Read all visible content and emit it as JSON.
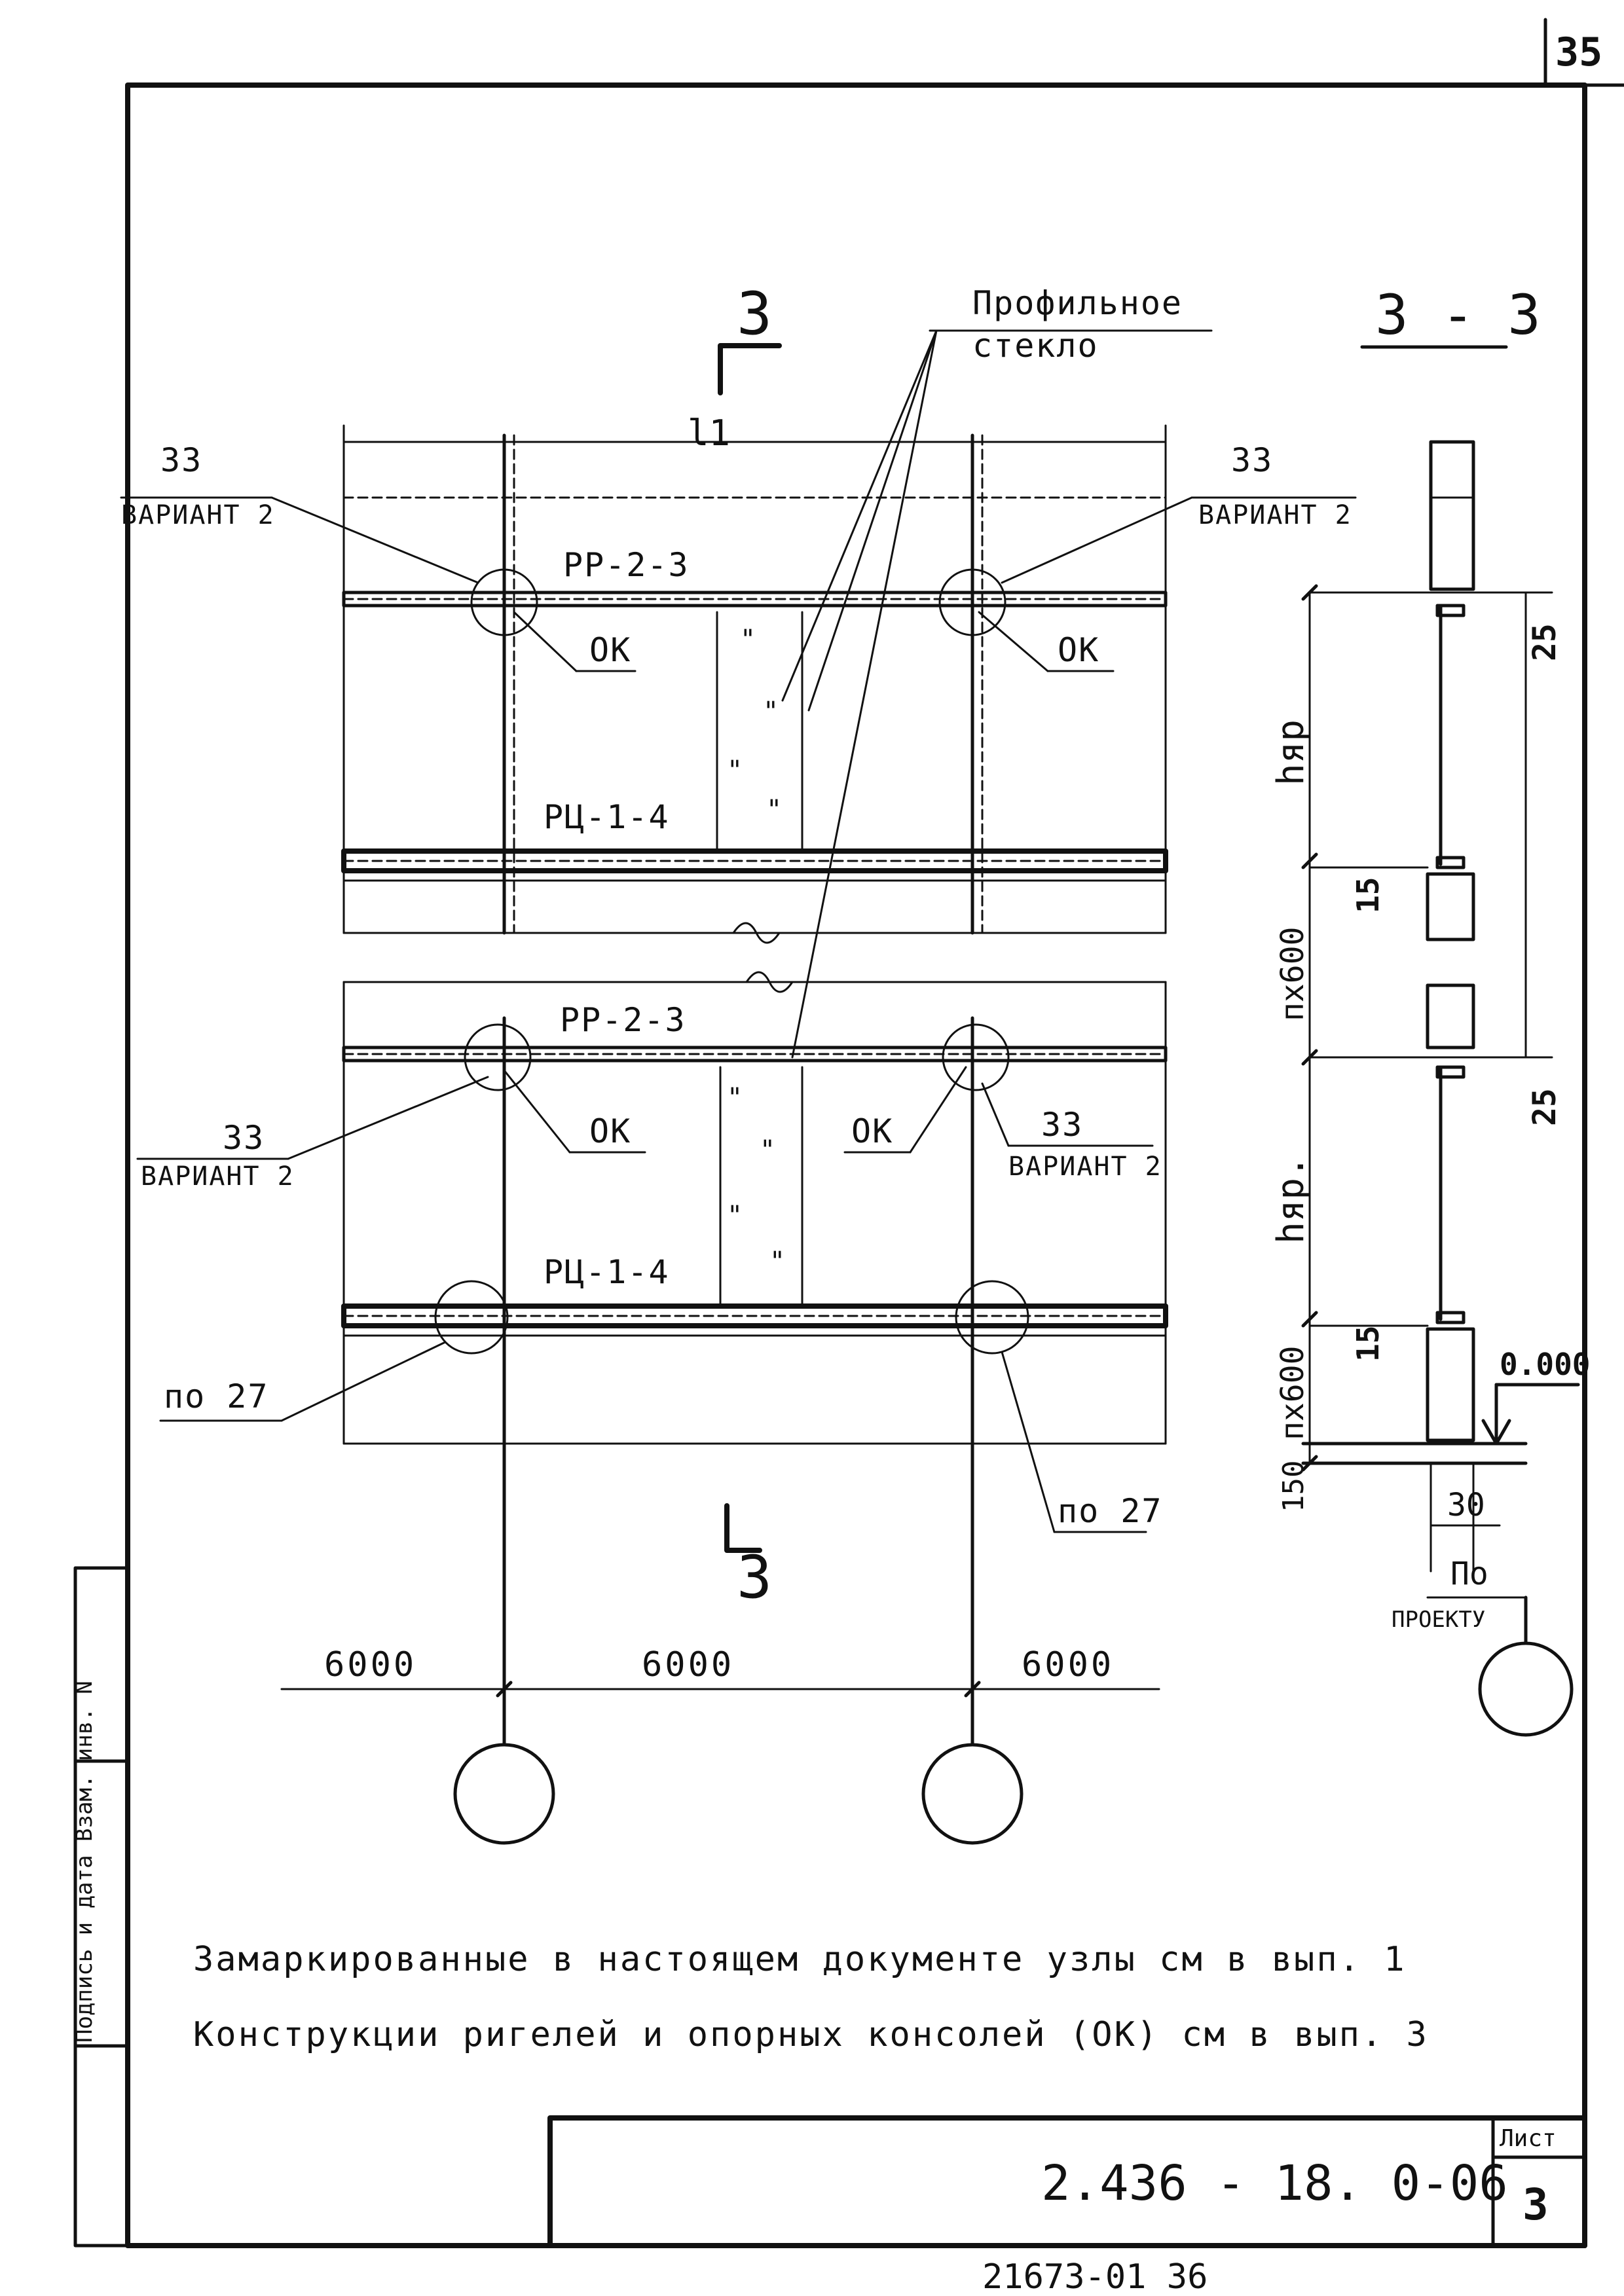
{
  "sheet": {
    "page_number": "35",
    "drawing_code": "2.436 - 18. 0-06",
    "sheet_label": "Лист",
    "sheet_no": "3",
    "archive_no": "21673-01   36",
    "side_stamp": "Подпись и дата  Взам. инв. N"
  },
  "elevation": {
    "section_mark": "3",
    "glass_label_line1": "Профильное",
    "glass_label_line2": "стекло",
    "upper_tier": {
      "span_mark": "l1",
      "beam_top": "РР-2-3",
      "beam_bottom": "РЦ-1-4",
      "node_left": "33",
      "node_left_variant": "ВАРИАНТ 2",
      "node_right": "33",
      "node_right_variant": "ВАРИАНТ 2",
      "bracket_left": "ОК",
      "bracket_right": "ОК"
    },
    "lower_tier": {
      "beam_top": "РР-2-3",
      "beam_bottom": "РЦ-1-4",
      "node_left": "33",
      "node_left_variant": "ВАРИАНТ 2",
      "node_right": "33",
      "node_right_variant": "ВАРИАНТ 2",
      "bracket_left": "ОК",
      "bracket_right": "ОК",
      "base_left": "по 27",
      "base_right": "по 27"
    },
    "spans": [
      "6000",
      "6000",
      "6000"
    ]
  },
  "section": {
    "title": "3 - 3",
    "h_upper": "hяр",
    "h_lower": "hяр.",
    "module_upper": "пх600",
    "module_lower": "пх600",
    "dim_25_upper": "25",
    "dim_25_lower": "25",
    "dim_15_upper": "15",
    "dim_15_lower": "15",
    "dim_150": "150",
    "dim_30": "30",
    "level": "0.000",
    "by_project_1": "По",
    "by_project_2": "ПРОЕКТУ"
  },
  "notes": [
    "Замаркированные в настоящем документе узлы см  в вып. 1",
    "Конструкции ригелей и опорных консолей (ОК) см  в вып. 3"
  ]
}
